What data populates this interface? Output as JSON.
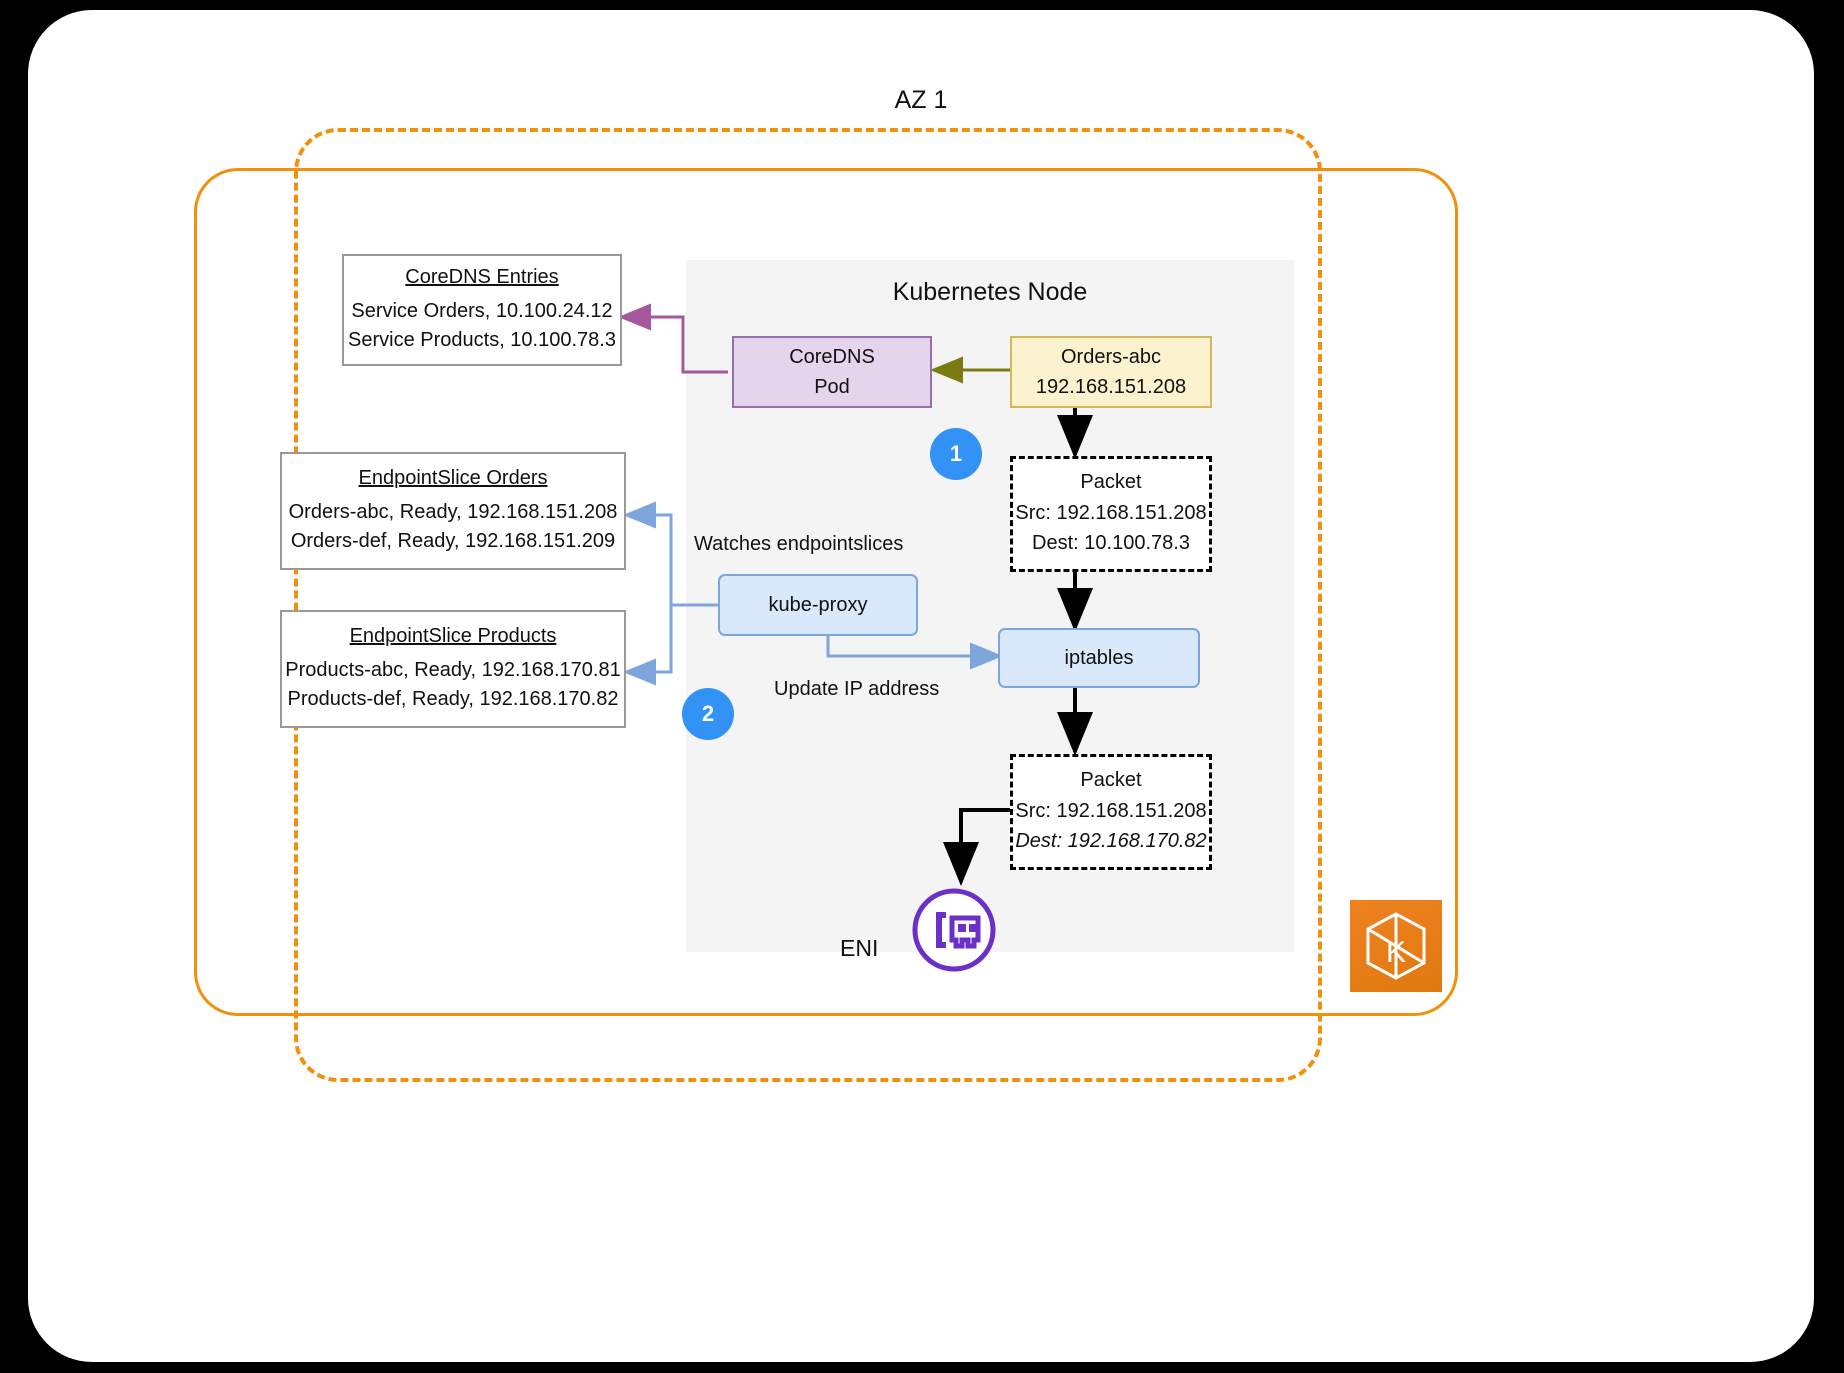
{
  "diagram": {
    "az_label": "AZ 1",
    "node_title": "Kubernetes Node",
    "eni_label": "ENI",
    "logo_letter": "K",
    "colors": {
      "orange": "#f2900d",
      "blue_badge": "#3392f5",
      "purple": "#9a6fae",
      "yellow": "#d6b656",
      "light_blue": "#7ea6dc",
      "green_text": "#3ea30b",
      "node_bg": "#f4f4f4",
      "eni_purple": "#6b30c7",
      "eks_orange": "#ef8120"
    }
  },
  "coredns_entries": {
    "title": "CoreDNS Entries",
    "line1": "Service Orders, 10.100.24.12",
    "line2": "Service Products, 10.100.78.3"
  },
  "endpointslice_orders": {
    "title": "EndpointSlice Orders",
    "line1": "Orders-abc, Ready, 192.168.151.208",
    "line2": "Orders-def, Ready, 192.168.151.209"
  },
  "endpointslice_products": {
    "title": "EndpointSlice Products",
    "line1": "Products-abc, Ready, 192.168.170.81",
    "line2": "Products-def, Ready, 192.168.170.82"
  },
  "coredns_pod": {
    "line1": "CoreDNS",
    "line2": "Pod"
  },
  "orders_pod": {
    "line1": "Orders-abc",
    "line2": "192.168.151.208"
  },
  "kube_proxy": {
    "label": "kube-proxy"
  },
  "iptables": {
    "label": "iptables"
  },
  "packet_top": {
    "title": "Packet",
    "src": "Src: 192.168.151.208",
    "dest": "Dest: 10.100.78.3"
  },
  "packet_bottom": {
    "title": "Packet",
    "src": "Src: 192.168.151.208",
    "dest": "Dest: 192.168.170.82"
  },
  "labels": {
    "watches": "Watches endpointslices",
    "update_ip": "Update IP address",
    "step1": "1",
    "step2": "2"
  }
}
